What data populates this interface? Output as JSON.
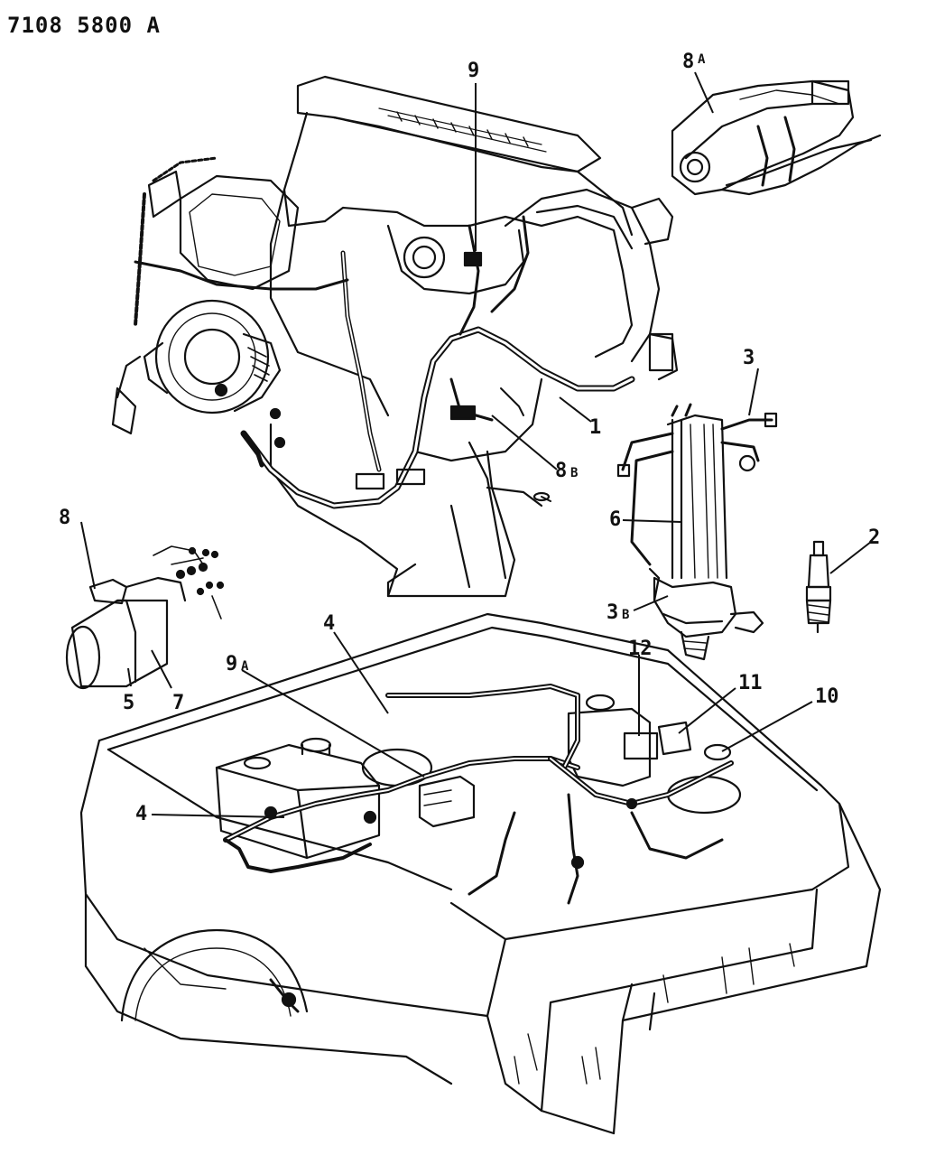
{
  "document": {
    "id": "7108 5800 A"
  },
  "callouts": [
    {
      "key": "c1",
      "label": "1",
      "suffix": ""
    },
    {
      "key": "c2",
      "label": "2",
      "suffix": ""
    },
    {
      "key": "c3",
      "label": "3",
      "suffix": ""
    },
    {
      "key": "c3b",
      "label": "3",
      "suffix": "B"
    },
    {
      "key": "c4a",
      "label": "4",
      "suffix": ""
    },
    {
      "key": "c4b",
      "label": "4",
      "suffix": ""
    },
    {
      "key": "c5",
      "label": "5",
      "suffix": ""
    },
    {
      "key": "c6",
      "label": "6",
      "suffix": ""
    },
    {
      "key": "c7",
      "label": "7",
      "suffix": ""
    },
    {
      "key": "c8",
      "label": "8",
      "suffix": ""
    },
    {
      "key": "c8a",
      "label": "8",
      "suffix": "A"
    },
    {
      "key": "c8b",
      "label": "8",
      "suffix": "B"
    },
    {
      "key": "c9",
      "label": "9",
      "suffix": ""
    },
    {
      "key": "c9a",
      "label": "9",
      "suffix": "A"
    },
    {
      "key": "c10",
      "label": "10",
      "suffix": ""
    },
    {
      "key": "c11",
      "label": "11",
      "suffix": ""
    },
    {
      "key": "c12",
      "label": "12",
      "suffix": ""
    }
  ]
}
